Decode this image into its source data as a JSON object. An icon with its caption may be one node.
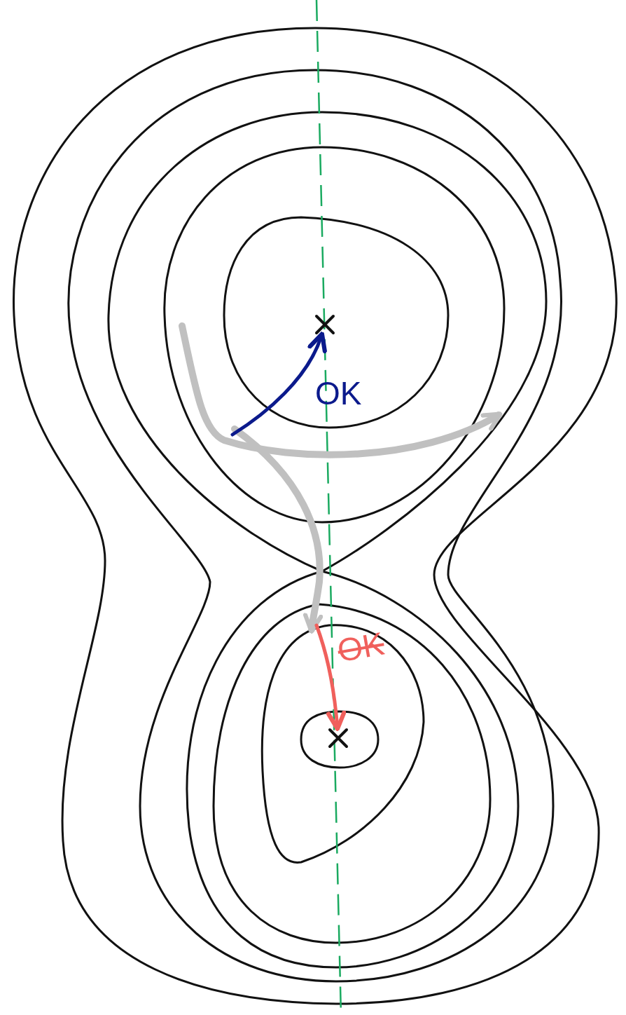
{
  "diagram": {
    "nodes": [
      {
        "text": [],
        "shape": "cross"
      },
      {
        "text": [],
        "shape": "cross"
      }
    ],
    "edges": [
      {
        "from": null,
        "to": 0,
        "arrow": "to",
        "label": "OK",
        "color": "#0b1a8c"
      },
      {
        "from": null,
        "to": 1,
        "arrow": "to",
        "label": "OK",
        "color": "#f0605c"
      }
    ]
  }
}
